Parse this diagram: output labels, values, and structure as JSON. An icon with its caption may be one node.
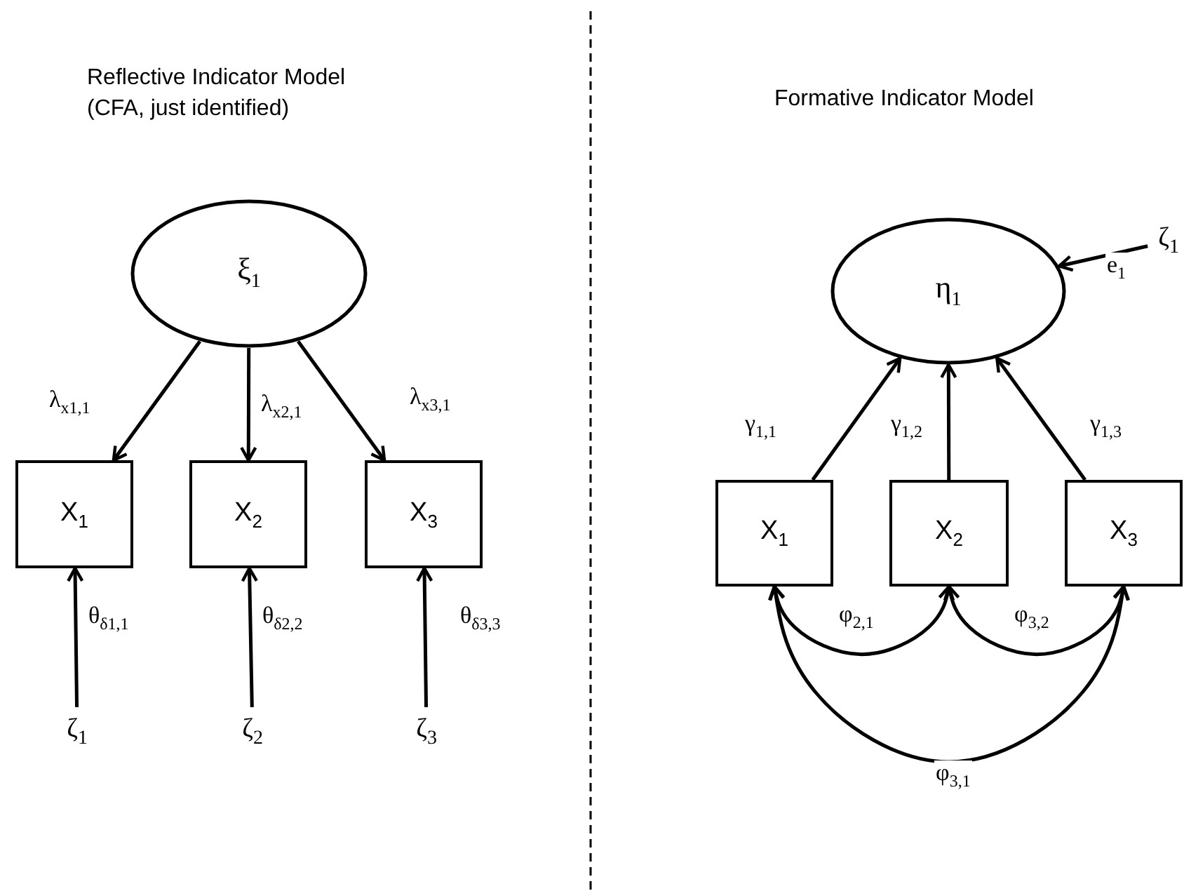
{
  "diagram": {
    "nodes": [
      {
        "text": [
          "ξ$_{1}$"
        ]
      },
      {
        "text": [
          "X$_{1}$"
        ]
      },
      {
        "text": [
          "X$_{2}$"
        ]
      },
      {
        "text": [
          "X$_{3}$"
        ]
      },
      {
        "text": [
          "ζ$_{1}$"
        ]
      },
      {
        "text": [
          "ζ$_{2}$"
        ]
      },
      {
        "text": [
          "ζ$_{3}$"
        ]
      },
      {
        "text": [
          "η$_{1}$"
        ]
      },
      {
        "text": [
          "ζ$_{1}$"
        ]
      },
      {
        "text": [
          "X$_{1}$"
        ]
      },
      {
        "text": [
          "X$_{2}$"
        ]
      },
      {
        "text": [
          "X$_{3}$"
        ]
      }
    ],
    "edges": [
      {
        "from": 0,
        "to": 1,
        "arrow": "to",
        "label": "λ$_{x1,1}$"
      },
      {
        "from": 0,
        "to": 2,
        "arrow": "to",
        "label": "λ$_{x2,1}$"
      },
      {
        "from": 0,
        "to": 3,
        "arrow": "to",
        "label": "λ$_{x3,1}$"
      },
      {
        "from": 4,
        "to": 1,
        "arrow": "to",
        "label": "θ$_{δ1,1}$"
      },
      {
        "from": 5,
        "to": 2,
        "arrow": "to",
        "label": "θ$_{δ2,2}$"
      },
      {
        "from": 6,
        "to": 3,
        "arrow": "to",
        "label": "θ$_{δ3,3}$"
      },
      {
        "from": 8,
        "to": 7,
        "arrow": "to",
        "label": "e$_{1}$"
      },
      {
        "from": 9,
        "to": 7,
        "arrow": "to",
        "label": "γ$_{1,1}$"
      },
      {
        "from": 10,
        "to": 7,
        "arrow": "to",
        "label": "γ$_{1,2}$"
      },
      {
        "from": 11,
        "to": 7,
        "arrow": "to",
        "label": "γ$_{1,3}$"
      },
      {
        "from": 9,
        "to": 10,
        "arrow": "both",
        "label": "φ$_{2,1}$"
      },
      {
        "from": 10,
        "to": 11,
        "arrow": "both",
        "label": "φ$_{3,2}$"
      },
      {
        "from": 9,
        "to": 11,
        "arrow": "both",
        "label": "φ$_{3,1}$"
      }
    ],
    "labels": [
      "Reflective Indicator Model",
      "(CFA, just identified)",
      "Formative Indicator Model"
    ]
  }
}
